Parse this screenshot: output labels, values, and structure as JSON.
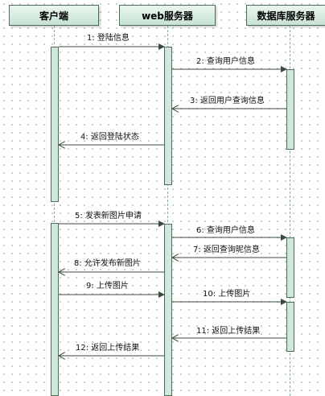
{
  "participants": {
    "client": "客户端",
    "web": "web服务器",
    "db": "数据库服务器"
  },
  "messages": [
    {
      "label": "1: 登陆信息",
      "from": "client",
      "to": "web",
      "kind": "call"
    },
    {
      "label": "2: 查询用户信息",
      "from": "web",
      "to": "db",
      "kind": "call"
    },
    {
      "label": "3: 返回用户查询信息",
      "from": "db",
      "to": "web",
      "kind": "return"
    },
    {
      "label": "4: 返回登陆状态",
      "from": "web",
      "to": "client",
      "kind": "return"
    },
    {
      "label": "5: 发表新图片申请",
      "from": "client",
      "to": "web",
      "kind": "call"
    },
    {
      "label": "6: 查询用户信息",
      "from": "web",
      "to": "db",
      "kind": "call"
    },
    {
      "label": "7: 返回查询昵信息",
      "from": "db",
      "to": "web",
      "kind": "return"
    },
    {
      "label": "8: 允许发布新图片",
      "from": "web",
      "to": "client",
      "kind": "return"
    },
    {
      "label": "9: 上传图片",
      "from": "client",
      "to": "web",
      "kind": "call"
    },
    {
      "label": "10: 上传图片",
      "from": "web",
      "to": "db",
      "kind": "call"
    },
    {
      "label": "11: 返回上传结果",
      "from": "db",
      "to": "web",
      "kind": "return"
    },
    {
      "label": "12: 返回上传结果",
      "from": "web",
      "to": "client",
      "kind": "return"
    }
  ],
  "colors": {
    "header_fill": "#d5ece0",
    "activation_fill": "#cfe8d9",
    "outline": "#4f6b5a",
    "arrow": "#3a4a40"
  }
}
